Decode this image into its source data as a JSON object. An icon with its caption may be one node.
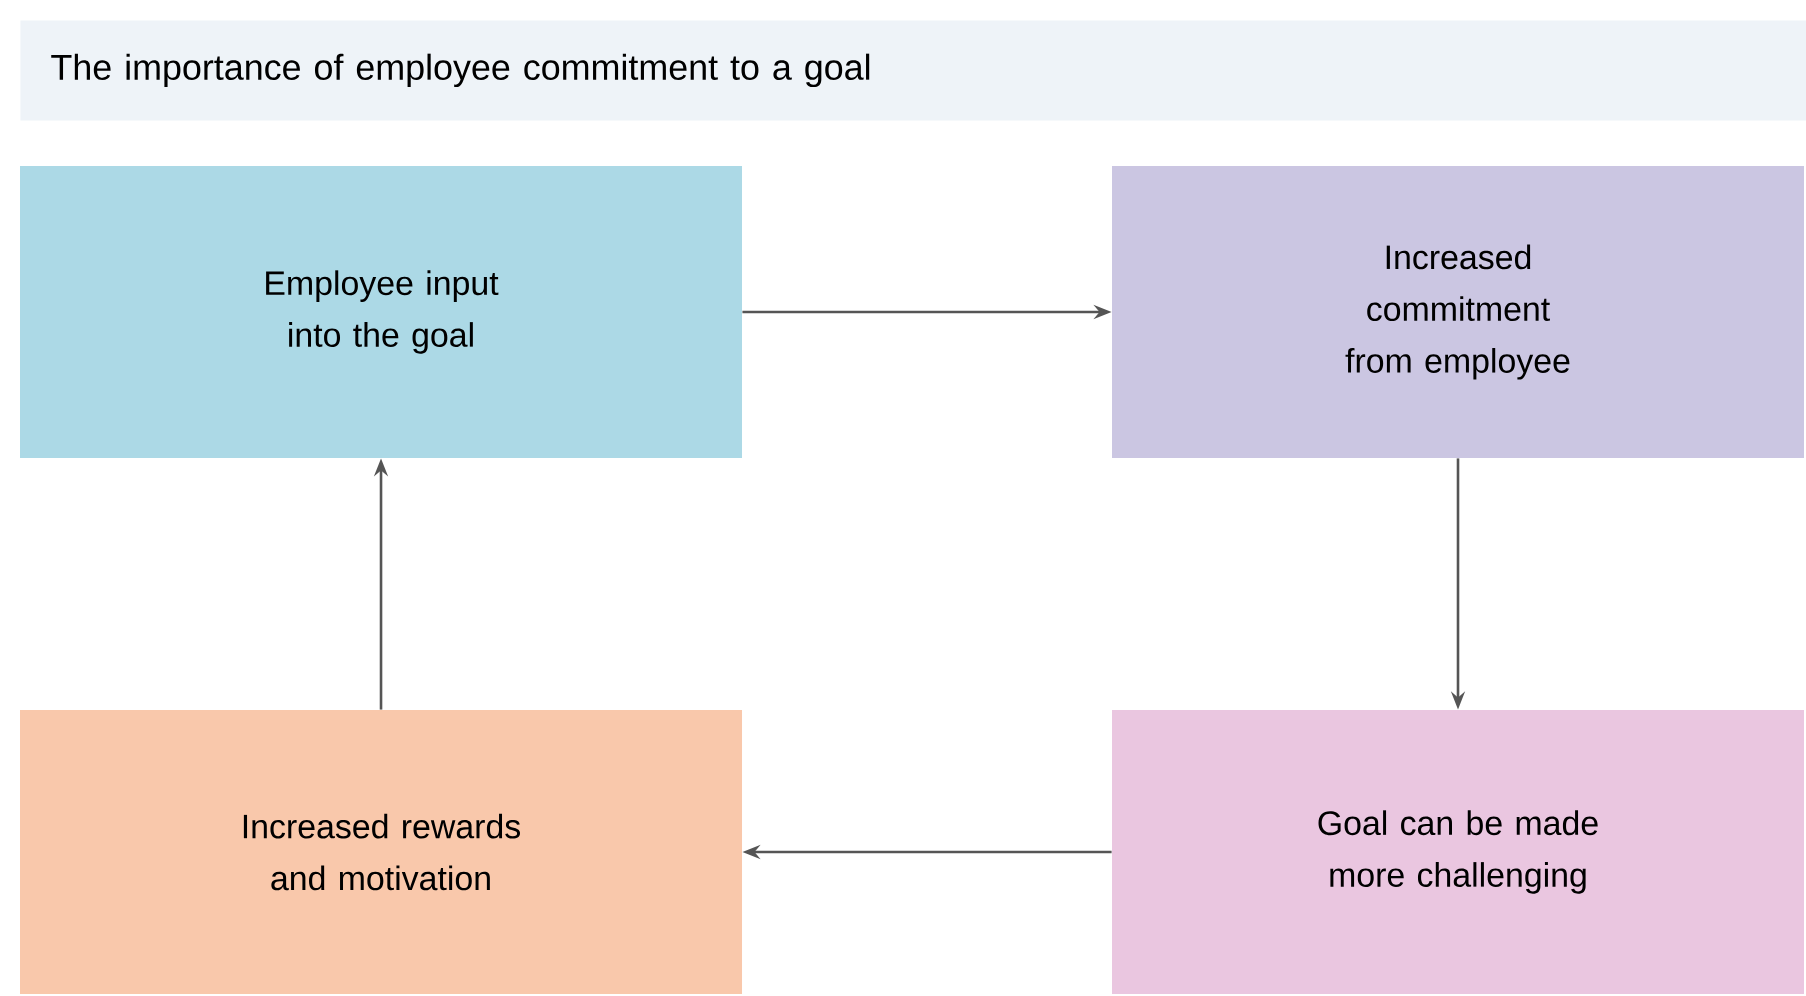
{
  "diagram": {
    "title": "The importance of employee commitment to a goal",
    "nodes": [
      {
        "text": [
          "Employee input into the goal"
        ]
      },
      {
        "text": [
          "Increased commitment from employee"
        ]
      },
      {
        "text": [
          "Increased rewards and motivation"
        ]
      },
      {
        "text": [
          "Goal can be made more challenging"
        ]
      }
    ],
    "edges": [
      {
        "from": 0,
        "to": 1,
        "arrow": "to"
      },
      {
        "from": 1,
        "to": 3,
        "arrow": "to"
      },
      {
        "from": 3,
        "to": 2,
        "arrow": "to"
      },
      {
        "from": 2,
        "to": 0,
        "arrow": "to"
      }
    ]
  }
}
